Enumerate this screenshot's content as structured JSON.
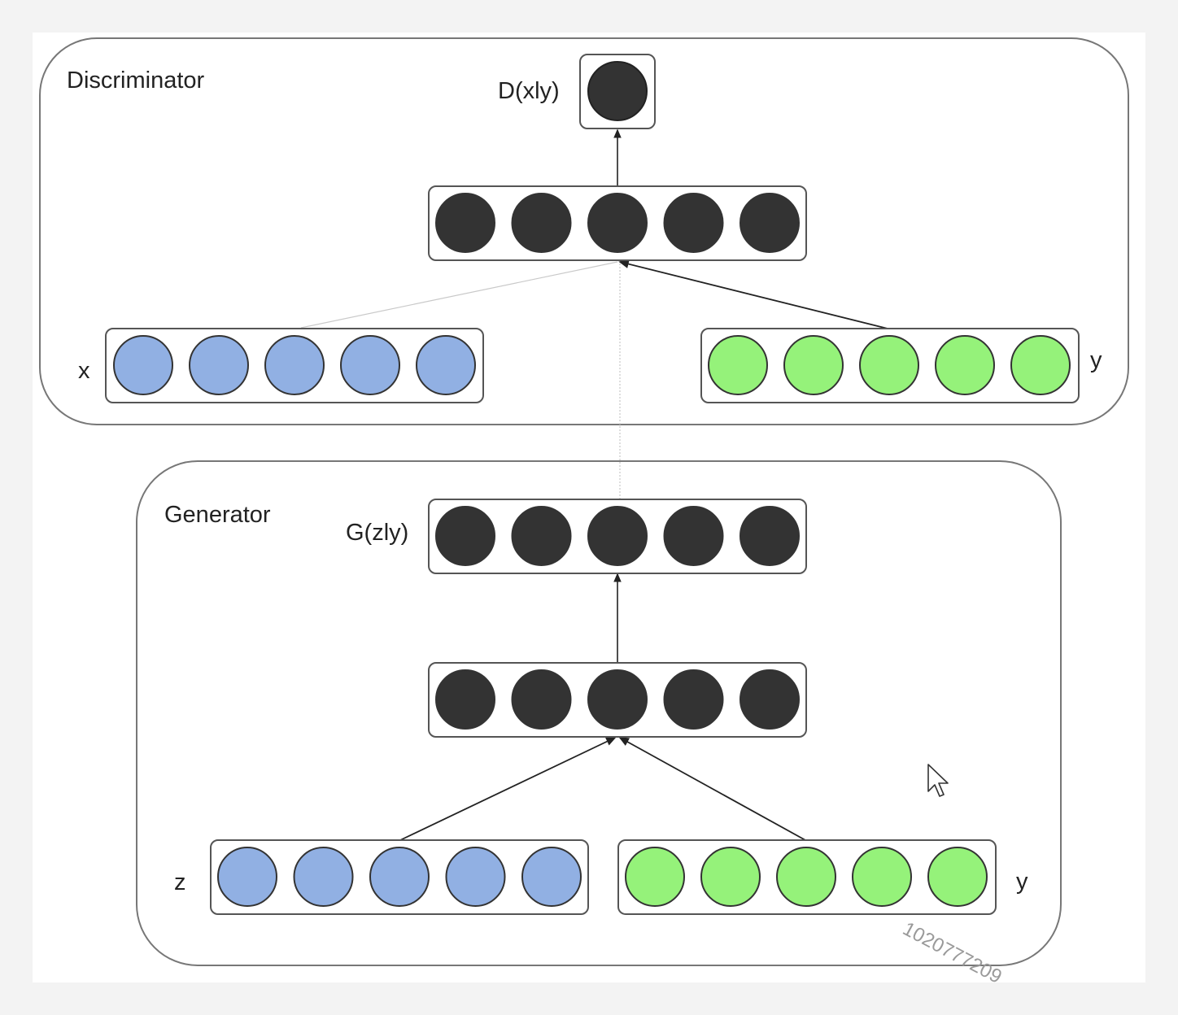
{
  "discriminator": {
    "title": "Discriminator",
    "output_label": "D(xly)",
    "input_x_label": "x",
    "input_y_label": "y"
  },
  "generator": {
    "title": "Generator",
    "output_label": "G(zly)",
    "input_z_label": "z",
    "input_y_label": "y"
  },
  "watermark": "1020777209",
  "colors": {
    "hidden_node": "#333333",
    "x_z_node": "#91b0e3",
    "y_node": "#95f27a",
    "node_stroke": "#333333",
    "box_stroke": "#555555"
  },
  "icons": [
    "mouse-cursor-icon"
  ]
}
